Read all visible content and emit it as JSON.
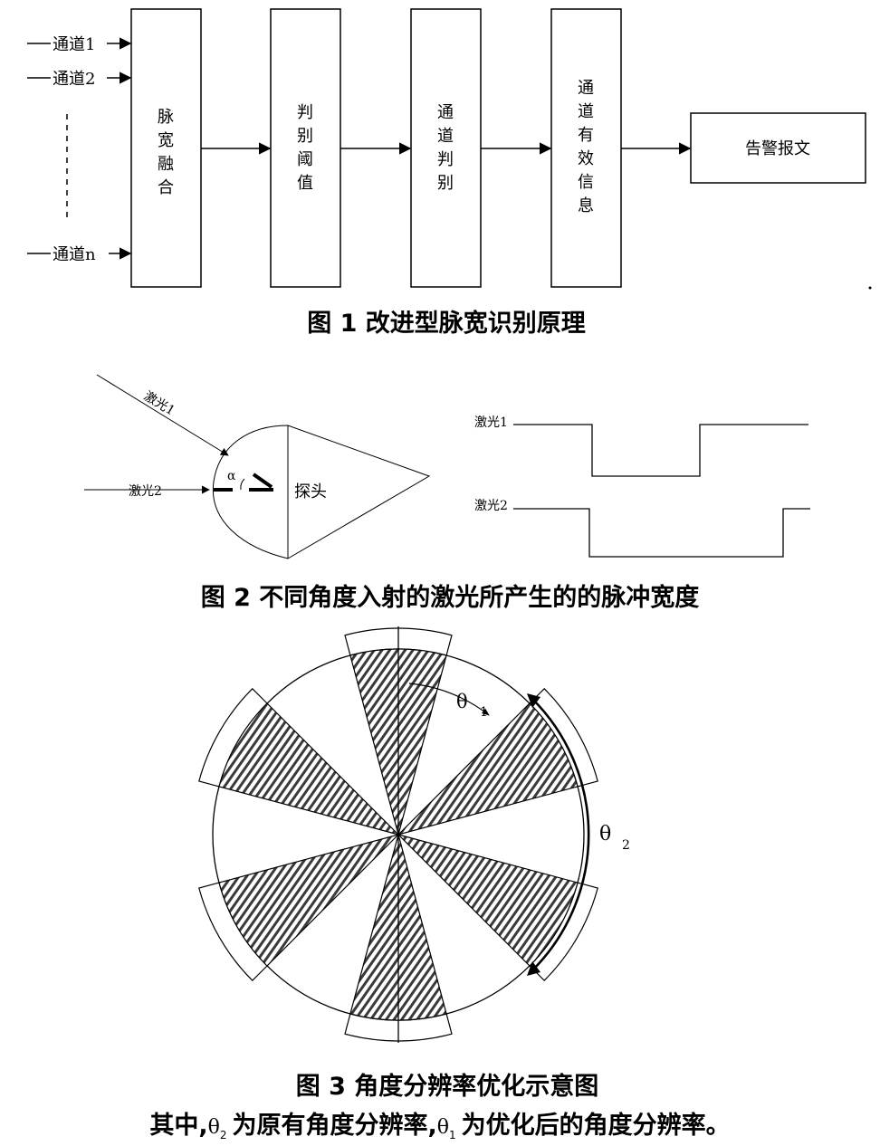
{
  "figure1": {
    "inputs": [
      "通道1",
      "通道2",
      "通道n"
    ],
    "blocks": [
      {
        "lines": [
          "脉",
          "宽",
          "融",
          "合"
        ]
      },
      {
        "lines": [
          "判",
          "别",
          "阈",
          "值"
        ]
      },
      {
        "lines": [
          "通",
          "道",
          "判",
          "别"
        ]
      },
      {
        "lines": [
          "通",
          "道",
          "有",
          "效",
          "信",
          "息"
        ]
      }
    ],
    "output": "告警报文",
    "caption": "图 1  改进型脉宽识别原理"
  },
  "figure2": {
    "laser1": "激光1",
    "laser2": "激光2",
    "alpha": "α",
    "probe": "探头",
    "wave_label1": "激光1",
    "wave_label2": "激光2",
    "caption": "图 2  不同角度入射的激光所产生的的脉冲宽度"
  },
  "figure3": {
    "theta1_symbol": "θ",
    "theta1_sub": "1",
    "theta2_symbol": "θ",
    "theta2_sub": "2",
    "caption": "图 3  角度分辨率优化示意图",
    "note_parts": [
      "其中,",
      "θ",
      "2",
      "为原有角度分辨率,",
      "θ",
      "1",
      "为优化后的角度分辨率。"
    ]
  }
}
